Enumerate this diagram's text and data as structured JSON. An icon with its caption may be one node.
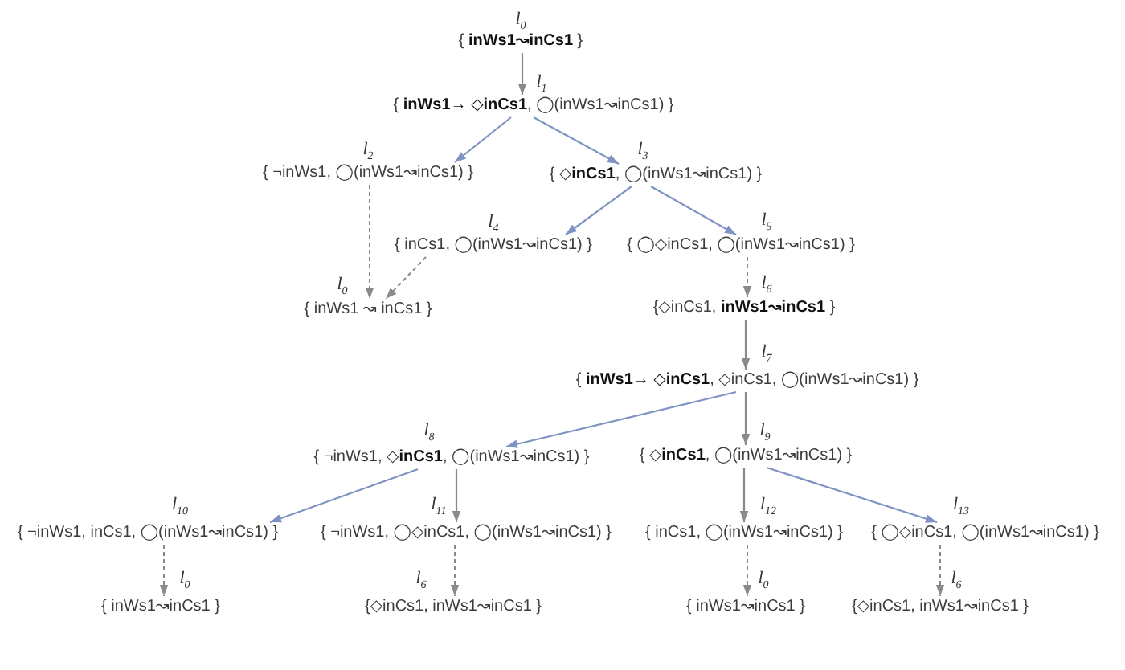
{
  "diagram": {
    "nodes": [
      {
        "text": [
          "l$_{0}$",
          "{ **inWs1↝inCs1** }"
        ]
      },
      {
        "text": [
          "l$_{1}$",
          "{ **inWs1→ ◇inCs1**, ◯(inWs1↝inCs1) }"
        ]
      },
      {
        "text": [
          "l$_{2}$",
          "{ ¬inWs1, ◯(inWs1↝inCs1) }"
        ]
      },
      {
        "text": [
          "l$_{3}$",
          "{ ◇**inCs1**, ◯(inWs1↝inCs1) }"
        ]
      },
      {
        "text": [
          "l$_{4}$",
          "{ inCs1, ◯(inWs1↝inCs1) }"
        ]
      },
      {
        "text": [
          "l$_{5}$",
          "{ ◯◇inCs1, ◯(inWs1↝inCs1) }"
        ]
      },
      {
        "text": [
          "l$_{0}$",
          "{ inWs1 ↝ inCs1 }"
        ]
      },
      {
        "text": [
          "l$_{6}$",
          "{◇inCs1, **inWs1↝inCs1** }"
        ]
      },
      {
        "text": [
          "l$_{7}$",
          "{ **inWs1→ ◇inCs1**, ◇inCs1, ◯(inWs1↝inCs1) }"
        ]
      },
      {
        "text": [
          "l$_{8}$",
          "{ ¬inWs1, ◇**inCs1**, ◯(inWs1↝inCs1) }"
        ]
      },
      {
        "text": [
          "l$_{9}$",
          "{ ◇**inCs1**, ◯(inWs1↝inCs1) }"
        ]
      },
      {
        "text": [
          "l$_{10}$",
          "{ ¬inWs1, inCs1, ◯(inWs1↝inCs1) }"
        ]
      },
      {
        "text": [
          "l$_{11}$",
          "{ ¬inWs1, ◯◇inCs1, ◯(inWs1↝inCs1) }"
        ]
      },
      {
        "text": [
          "l$_{12}$",
          "{ inCs1, ◯(inWs1↝inCs1) }"
        ]
      },
      {
        "text": [
          "l$_{13}$",
          "{ ◯◇inCs1, ◯(inWs1↝inCs1) }"
        ]
      },
      {
        "text": [
          "l$_{0}$",
          "{ inWs1↝inCs1 }"
        ]
      },
      {
        "text": [
          "l$_{6}$",
          "{◇inCs1, inWs1↝inCs1 }"
        ]
      },
      {
        "text": [
          "l$_{0}$",
          "{ inWs1↝inCs1 }"
        ]
      },
      {
        "text": [
          "l$_{6}$",
          "{◇inCs1, inWs1↝inCs1 }"
        ]
      }
    ],
    "edges": [
      {
        "from": 0,
        "to": 1,
        "arrow": "to"
      },
      {
        "from": 1,
        "to": 2,
        "arrow": "to",
        "color": "#7f92c4"
      },
      {
        "from": 1,
        "to": 3,
        "arrow": "to",
        "color": "#7f92c4"
      },
      {
        "from": 3,
        "to": 4,
        "arrow": "to",
        "color": "#7f92c4"
      },
      {
        "from": 3,
        "to": 5,
        "arrow": "to",
        "color": "#7f92c4"
      },
      {
        "from": 2,
        "to": 6,
        "arrow": "to",
        "style": "dashed"
      },
      {
        "from": 4,
        "to": 6,
        "arrow": "to",
        "style": "dashed"
      },
      {
        "from": 5,
        "to": 7,
        "arrow": "to",
        "style": "dashed"
      },
      {
        "from": 7,
        "to": 8,
        "arrow": "to"
      },
      {
        "from": 8,
        "to": 9,
        "arrow": "to",
        "color": "#7f92c4"
      },
      {
        "from": 8,
        "to": 10,
        "arrow": "to"
      },
      {
        "from": 9,
        "to": 11,
        "arrow": "to",
        "color": "#7f92c4"
      },
      {
        "from": 9,
        "to": 12,
        "arrow": "to"
      },
      {
        "from": 10,
        "to": 13,
        "arrow": "to"
      },
      {
        "from": 10,
        "to": 14,
        "arrow": "to",
        "color": "#7f92c4"
      },
      {
        "from": 11,
        "to": 15,
        "arrow": "to",
        "style": "dashed"
      },
      {
        "from": 12,
        "to": 16,
        "arrow": "to",
        "style": "dashed"
      },
      {
        "from": 13,
        "to": 17,
        "arrow": "to",
        "style": "dashed"
      },
      {
        "from": 14,
        "to": 18,
        "arrow": "to",
        "style": "dashed"
      }
    ]
  }
}
